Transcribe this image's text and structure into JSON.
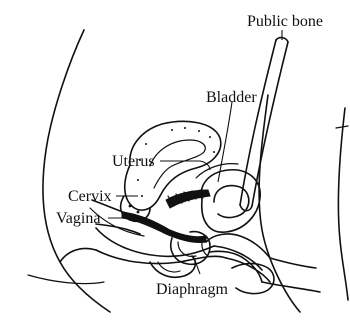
{
  "labels": {
    "pubic_bone": "Public bone",
    "bladder": "Bladder",
    "uterus": "Uterus",
    "cervix": "Cervix",
    "vagina": "Vagina",
    "diaphragm": "Diaphragm"
  }
}
